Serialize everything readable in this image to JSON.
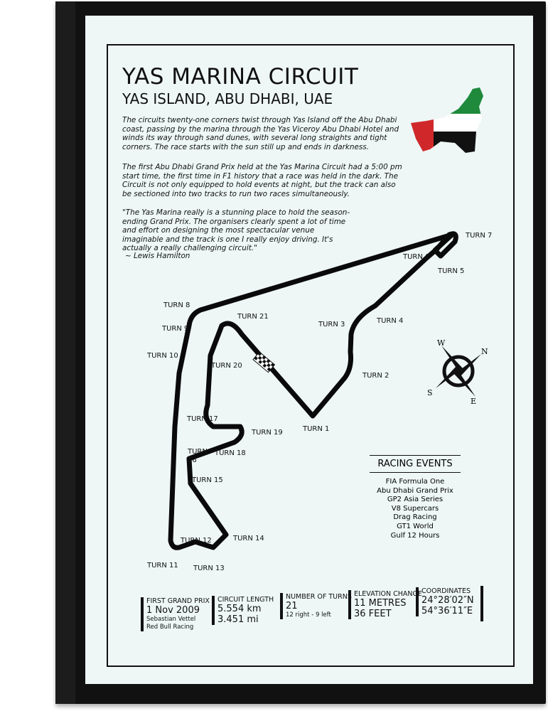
{
  "title": "YAS MARINA CIRCUIT",
  "subtitle": "YAS ISLAND, ABU DHABI, UAE",
  "paragraphs": [
    "The circuits twenty-one corners twist through Yas Island off the Abu Dhabi coast, passing by the marina through the Yas Viceroy Abu Dhabi Hotel and winds its way through sand dunes, with several long straights and tight corners. The race starts with the sun still up and ends in darkness.",
    "The first Abu Dhabi Grand Prix held at the Yas Marina Circuit had a 5:00 pm start time, the first time in F1 history that a race was held in the dark. The Circuit is not only equipped to hold events at night, but the track can also be sectioned into two tracks to run two races simultaneously.",
    "\"The Yas Marina really is a stunning place to hold the season-ending Grand Prix. The organisers clearly spent a lot of time and effort on designing the most spectacular venue imaginable and the track is one I really enjoy driving. It's actually a really challenging circuit.\""
  ],
  "quote_author": "~ Lewis Hamilton",
  "turns": {
    "t1": "TURN 1",
    "t2": "TURN 2",
    "t3": "TURN 3",
    "t4": "TURN 4",
    "t5": "TURN 5",
    "t6": "TURN 6",
    "t7": "TURN 7",
    "t8": "TURN 8",
    "t9": "TURN 9",
    "t10": "TURN 10",
    "t11": "TURN 11",
    "t12": "TURN 12",
    "t13": "TURN 13",
    "t14": "TURN 14",
    "t15": "TURN 15",
    "t16": "TURN 16",
    "t17": "TURN 17",
    "t18": "TURN 18",
    "t19": "TURN 19",
    "t20": "TURN 20",
    "t21": "TURN 21"
  },
  "compass": {
    "n": "N",
    "s": "S",
    "e": "E",
    "w": "W"
  },
  "racing_events": {
    "title": "RACING EVENTS",
    "items": [
      "FIA Formula One",
      "Abu Dhabi Grand Prix",
      "GP2 Asia Series",
      "V8 Supercars",
      "Drag Racing",
      "GT1 World",
      "Gulf 12 Hours"
    ]
  },
  "stats": {
    "first_gp": {
      "label": "FIRST GRAND PRIX",
      "value": "1 Nov 2009",
      "line2": "Sebastian Vettel",
      "line3": "Red Bull Racing"
    },
    "length": {
      "label": "CIRCUIT LENGTH",
      "value": "5.554 km",
      "value2": "3.451 mi"
    },
    "turns": {
      "label": "NUMBER OF TURNS",
      "value": "21",
      "line2": "12 right - 9 left"
    },
    "elevation": {
      "label": "ELEVATION CHANGE",
      "value": "11 METRES",
      "value2": "36 FEET"
    },
    "coords": {
      "label": "COORDINATES",
      "value": "24°28′02″N",
      "value2": "54°36′11″E"
    }
  },
  "colors": {
    "flag_red": "#d0282a",
    "flag_green": "#1f8a3c",
    "poster_bg": "#eef6f6"
  }
}
